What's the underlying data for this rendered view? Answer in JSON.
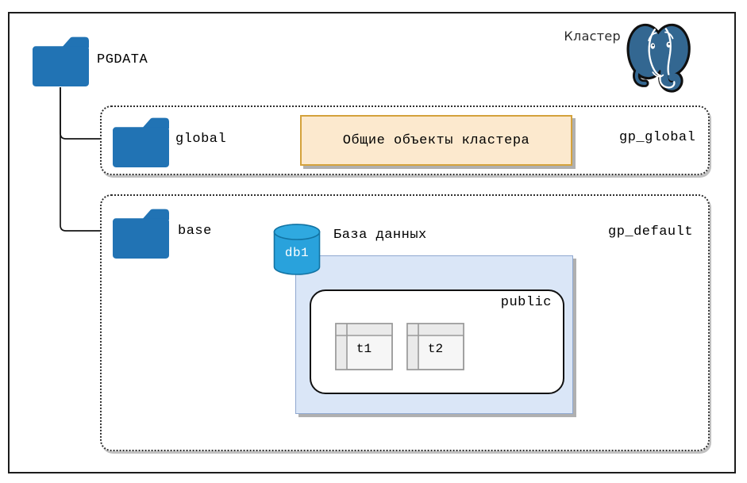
{
  "cluster": {
    "label": "Кластер",
    "logo": "postgresql-elephant-icon"
  },
  "pgdata": {
    "label": "PGDATA"
  },
  "gp_global": {
    "folder": "global",
    "note": "Общие объекты кластера",
    "name": "gp_global"
  },
  "gp_default": {
    "folder": "base",
    "database_caption": "База данных",
    "database_name": "db1",
    "name": "gp_default",
    "schema": {
      "name": "public",
      "tables": [
        "t1",
        "t2"
      ]
    }
  },
  "colors": {
    "folder_blue": "#2173B4",
    "cylinder_blue": "#29A2DC",
    "cylinder_stroke": "#1273A3",
    "note_fill": "#FCE9CE",
    "note_border": "#D4A23C",
    "db_area_fill": "#DAE6F7",
    "db_area_border": "#8FA8D0",
    "logo_blue": "#336791",
    "table_fill": "#F6F6F6",
    "table_header_fill": "#EAEAEA",
    "table_stroke": "#9A9A9A"
  }
}
